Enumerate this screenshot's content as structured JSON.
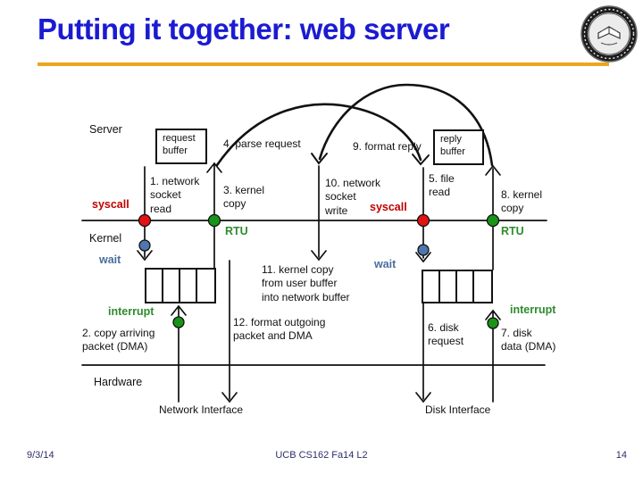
{
  "slide": {
    "title": "Putting it together: web server",
    "footer": {
      "date": "9/3/14",
      "course": "UCB CS162 Fa14 L2",
      "page": "14"
    }
  },
  "colors": {
    "title_blue": "#1b1bd1",
    "underline_gold": "#eaa71e",
    "syscall_red": "#c00000",
    "rtu_green": "#2e8b2e",
    "interrupt_green": "#2e8b2e",
    "wait_blue": "#4a6e9e",
    "dot_red": "#e21313",
    "dot_green": "#189418",
    "dot_blue": "#4f77ad"
  },
  "diagram": {
    "layers": {
      "server": "Server",
      "kernel": "Kernel",
      "hardware": "Hardware"
    },
    "boxes": {
      "request_buffer": "request\nbuffer",
      "reply_buffer": "reply\nbuffer"
    },
    "interfaces": {
      "network": "Network Interface",
      "disk": "Disk Interface"
    },
    "annotations": {
      "syscall_left": "syscall",
      "syscall_right": "syscall",
      "rtu_left": "RTU",
      "rtu_right": "RTU",
      "wait_left": "wait",
      "wait_right": "wait",
      "interrupt_left": "interrupt",
      "interrupt_right": "interrupt"
    },
    "steps": {
      "s1": "1. network\nsocket\nread",
      "s2": "2. copy arriving\npacket (DMA)",
      "s3": "3. kernel\ncopy",
      "s4": "4. parse request",
      "s5": "5. file\nread",
      "s6": "6. disk\nrequest",
      "s7": "7. disk\ndata (DMA)",
      "s8": "8. kernel\ncopy",
      "s9": "9. format reply",
      "s10": "10. network\nsocket\nwrite",
      "s11": "11. kernel copy\nfrom user buffer\ninto network buffer",
      "s12": "12. format outgoing\npacket and DMA"
    }
  }
}
